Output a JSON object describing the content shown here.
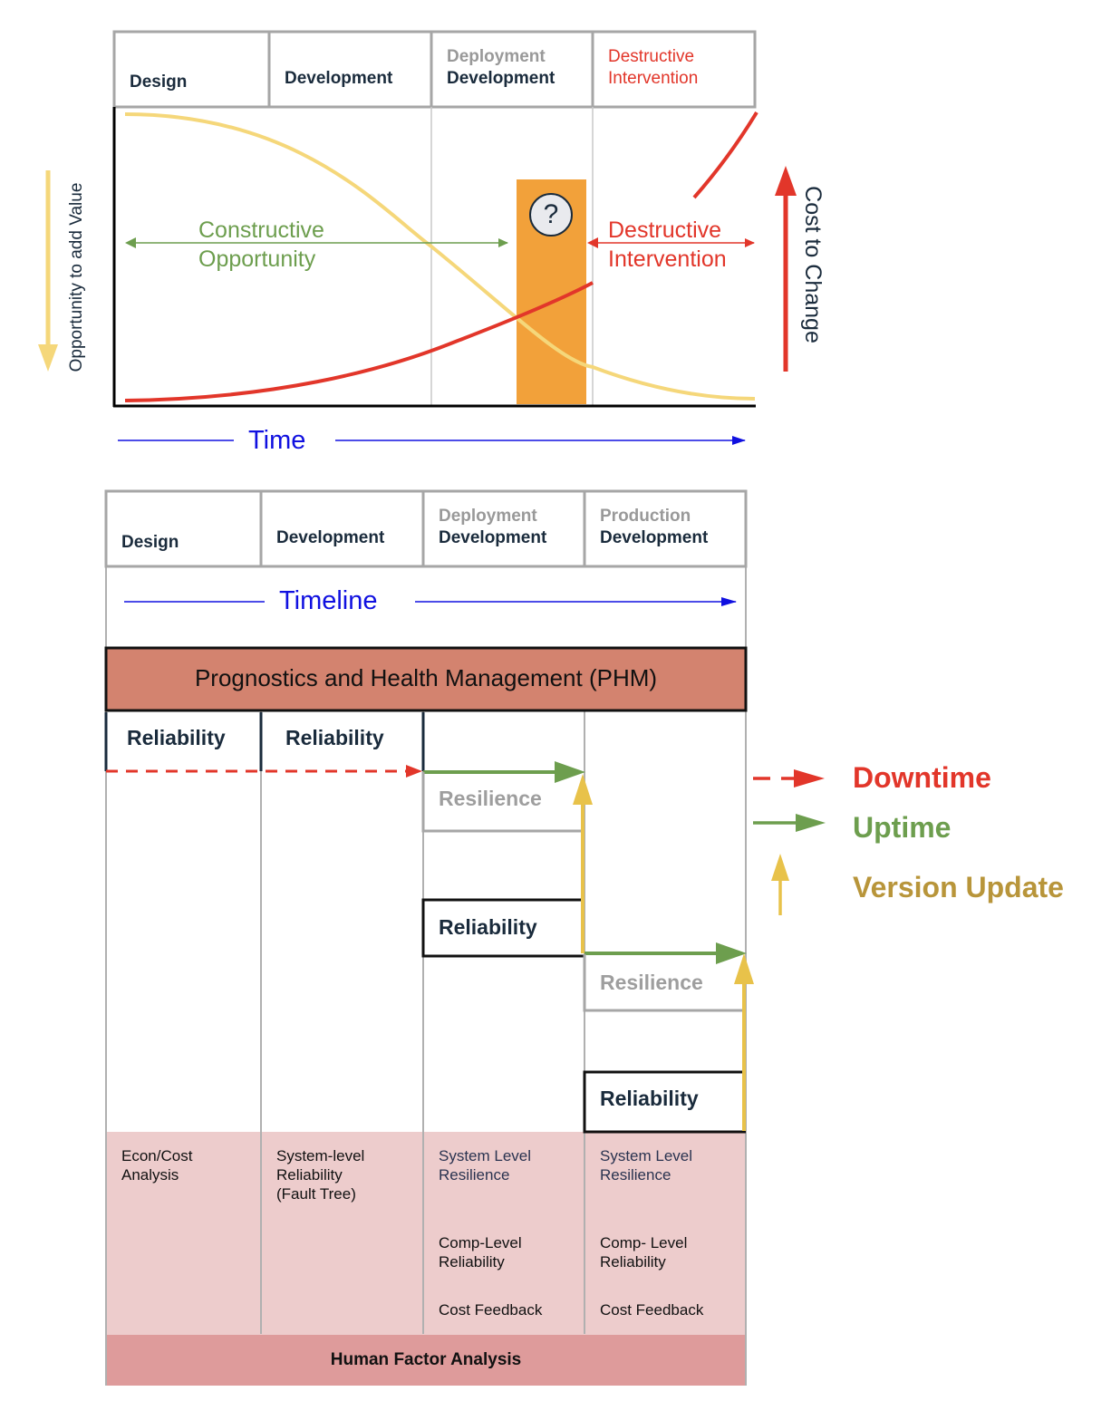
{
  "top": {
    "headers": [
      {
        "line1": "",
        "line2": "Design"
      },
      {
        "line1": "",
        "line2": "Development"
      },
      {
        "line1": "Deployment",
        "line2": "Development"
      },
      {
        "line1": "Destructive",
        "line2": "Intervention"
      }
    ],
    "constructive": [
      "Constructive",
      "Opportunity"
    ],
    "destructive": [
      "Destructive",
      "Intervention"
    ],
    "question_mark": "?",
    "y_left_label": "Opportunity to add Value",
    "y_right_label": "Cost to Change",
    "x_label": "Time"
  },
  "bottom": {
    "headers": [
      {
        "line1": "",
        "line2": "Design"
      },
      {
        "line1": "",
        "line2": "Development"
      },
      {
        "line1": "Deployment",
        "line2": "Development"
      },
      {
        "line1": "Production",
        "line2": "Development"
      }
    ],
    "timeline_label": "Timeline",
    "phm_label": "Prognostics and Health Management (PHM)",
    "reliability": "Reliability",
    "resilience": "Resilience",
    "analysis": {
      "col1": [
        "Econ/Cost",
        "Analysis"
      ],
      "col2": [
        "System-level",
        "Reliability",
        "(Fault Tree)"
      ],
      "col3_a": [
        "System Level",
        "Resilience"
      ],
      "col3_b": [
        "Comp-Level",
        "Reliability"
      ],
      "col3_c": "Cost Feedback",
      "col4_a": [
        "System Level",
        "Resilience"
      ],
      "col4_b": [
        "Comp- Level",
        "Reliability"
      ],
      "col4_c": "Cost Feedback"
    },
    "human_factor": "Human Factor Analysis"
  },
  "legend": {
    "downtime": "Downtime",
    "uptime": "Uptime",
    "version_update": "Version Update"
  },
  "colors": {
    "yellow": "#f5d77a",
    "red": "#e2362a",
    "green": "#6d9e4e",
    "orange": "#f2a13a",
    "blue": "#1010e0",
    "phm": "#d3836f",
    "pink": "#edcccc",
    "pink_dark": "#de9b9b",
    "update": "#e8c24a",
    "update_text": "#b8953a"
  }
}
